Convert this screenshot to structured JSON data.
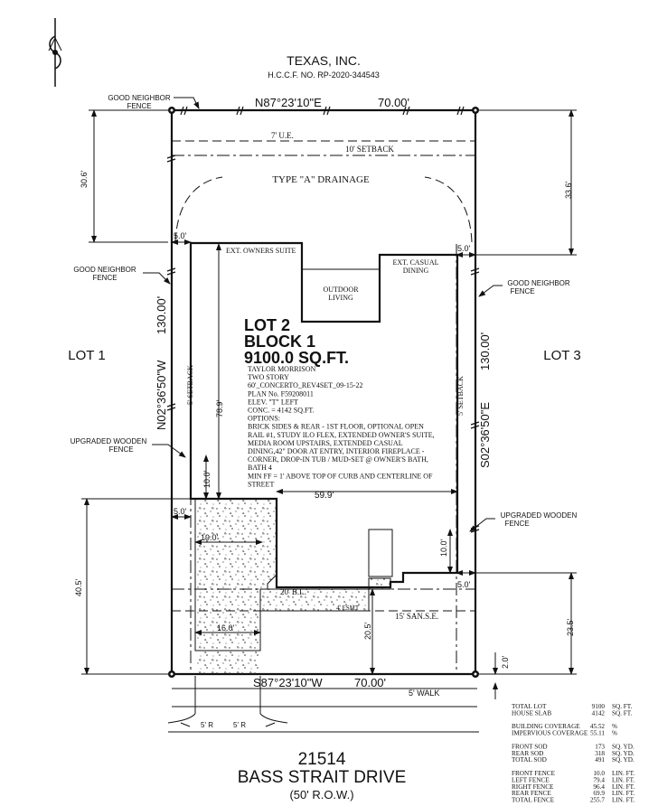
{
  "header": {
    "owner_name": "TEXAS, INC.",
    "hccf": "H.C.C.F. NO. RP-2020-344543"
  },
  "bearings": {
    "north": "N87°23'10\"E",
    "north_len": "70.00'",
    "south": "S87°23'10\"W",
    "south_len": "70.00'",
    "west": "N02°36'50\"W",
    "west_len": "130.00'",
    "east": "S02°36'50\"E",
    "east_len": "130.00'"
  },
  "labels": {
    "good_neighbor_fence_top_1": "GOOD NEIGHBOR",
    "good_neighbor_fence_top_2": "FENCE",
    "good_neighbor_fence_left_1": "GOOD NEIGHBOR",
    "good_neighbor_fence_left_2": "FENCE",
    "good_neighbor_fence_right_1": "GOOD NEIGHBOR",
    "good_neighbor_fence_right_2": "FENCE",
    "upgraded_fence_left_1": "UPGRADED WOODEN",
    "upgraded_fence_left_2": "FENCE",
    "upgraded_fence_right_1": "UPGRADED WOODEN",
    "upgraded_fence_right_2": "FENCE",
    "ue": "7' U.E.",
    "setback_front": "10' SETBACK",
    "drainage": "TYPE \"A\" DRAINAGE",
    "ext_owners_suite": "EXT. OWNERS SUITE",
    "ext_casual_1": "EXT. CASUAL",
    "ext_casual_2": "DINING",
    "outdoor_1": "OUTDOOR",
    "outdoor_2": "LIVING",
    "setback_side_left": "5' SETBACK",
    "setback_side_right": "5' SETBACK",
    "lot1": "LOT 1",
    "lot3": "LOT 3",
    "bl": "20' B.L.",
    "sanse": "15' SAN.S.E.",
    "walk": "5' WALK",
    "radius_1": "5' R",
    "radius_2": "5' R",
    "esmt": "4' ESMT"
  },
  "lot_info": {
    "lot": "LOT 2",
    "block": "BLOCK 1",
    "area": "9100.0 SQ.FT.",
    "lines": [
      "TAYLOR MORRISON",
      "TWO STORY",
      "60'_CONCERTO_REV4SET_09-15-22",
      "PLAN No. F59208011",
      "ELEV. \"T\" LEFT",
      "CONC. = 4142 SQ.FT.",
      "OPTIONS:",
      "BRICK SIDES & REAR - 1ST FLOOR, OPTIONAL OPEN",
      "RAIL #1, STUDY ILO FLEX, EXTENDED OWNER'S SUITE,",
      "MEDIA ROOM UPSTAIRS, EXTENDED CASUAL",
      "DINING,42\" DOOR AT ENTRY, INTERIOR FIREPLACE -",
      "CORNER, DROP-IN TUB / MUD-SET @ OWNER'S BATH,",
      "BATH 4",
      "MIN FF = 1' ABOVE TOP OF CURB AND CENTERLINE OF",
      "STREET"
    ]
  },
  "dimensions": {
    "d30_6": "30.6'",
    "d33_6": "33.6'",
    "d5_0_tl": "5.0'",
    "d5_0_tr": "5.0'",
    "d78_9": "78.9'",
    "d10_0_l": "10.0'",
    "d59_9": "59.9'",
    "d5_0_ml": "5.0'",
    "d19_0": "19.0'",
    "d16_0": "16.0'",
    "d40_5": "40.5'",
    "d10_0_r": "10.0'",
    "d5_0_mr": "5.0'",
    "d20_5": "20.5'",
    "d23_5": "23.5'",
    "d2_0": "2.0'"
  },
  "street": {
    "number": "21514",
    "name": "BASS STRAIT DRIVE",
    "row": "(50' R.O.W.)"
  },
  "summary": [
    {
      "label": "TOTAL LOT",
      "value": "9100",
      "unit": "SQ. FT."
    },
    {
      "label": "HOUSE SLAB",
      "value": "4142",
      "unit": "SQ. FT."
    },
    {
      "label": "",
      "value": "",
      "unit": ""
    },
    {
      "label": "BUILDING COVERAGE",
      "value": "45.52",
      "unit": "%"
    },
    {
      "label": "IMPERVIOUS COVERAGE",
      "value": "55.11",
      "unit": "%"
    },
    {
      "label": "",
      "value": "",
      "unit": ""
    },
    {
      "label": "FRONT SOD",
      "value": "173",
      "unit": "SQ. YD."
    },
    {
      "label": "REAR SOD",
      "value": "318",
      "unit": "SQ. YD."
    },
    {
      "label": "TOTAL SOD",
      "value": "491",
      "unit": "SQ. YD."
    },
    {
      "label": "",
      "value": "",
      "unit": ""
    },
    {
      "label": "FRONT FENCE",
      "value": "10.0",
      "unit": "LIN. FT."
    },
    {
      "label": "LEFT FENCE",
      "value": "79.4",
      "unit": "LIN. FT."
    },
    {
      "label": "RIGHT FENCE",
      "value": "96.4",
      "unit": "LIN. FT."
    },
    {
      "label": "REAR FENCE",
      "value": "69.9",
      "unit": "LIN. FT."
    },
    {
      "label": "TOTAL FENCE",
      "value": "255.7",
      "unit": "LIN. FT."
    }
  ]
}
